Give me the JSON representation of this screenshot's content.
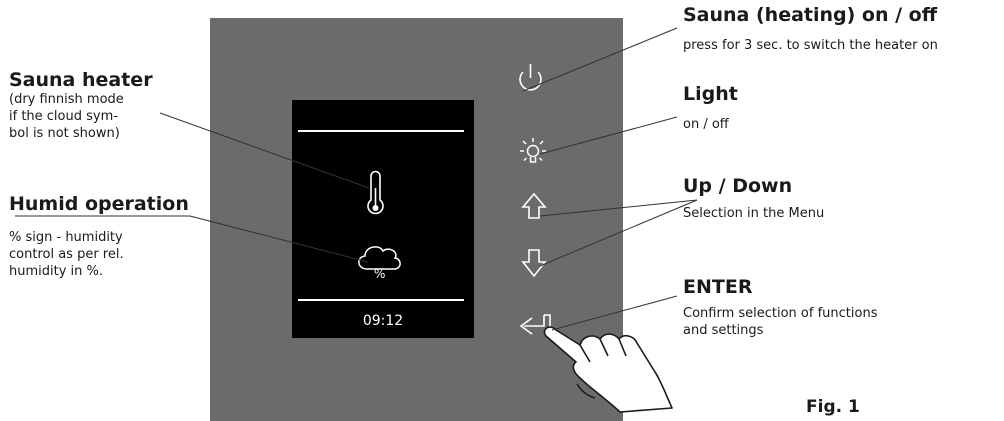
{
  "display": {
    "time": "09:12"
  },
  "left_labels": {
    "heater": {
      "title": "Sauna heater",
      "desc_lines": [
        "(dry finnish mode",
        "if the cloud sym-",
        "bol is not shown)"
      ]
    },
    "humid": {
      "title": "Humid operation",
      "desc_lines": [
        "% sign - humidity",
        "control as per rel.",
        "humidity in %."
      ]
    }
  },
  "right_labels": {
    "power": {
      "title": "Sauna (heating) on / off",
      "desc": "press for 3 sec. to switch the heater on"
    },
    "light": {
      "title": "Light",
      "desc": "on / off"
    },
    "updown": {
      "title": "Up / Down",
      "desc": "Selection in the Menu"
    },
    "enter": {
      "title": "ENTER",
      "desc_lines": [
        "Confirm selection of functions",
        "and settings"
      ]
    }
  },
  "figure_label": "Fig. 1",
  "icons": {
    "display": [
      "thermometer-icon",
      "cloud-percent-icon"
    ],
    "buttons": [
      "power-icon",
      "light-bulb-icon",
      "arrow-up-icon",
      "arrow-down-icon",
      "enter-icon"
    ],
    "other": [
      "hand-pointer-icon"
    ]
  },
  "colors": {
    "panel": "#6b6b6b",
    "screen": "#000000",
    "icon_on_panel": "#ffffff",
    "leader_line": "#333333"
  }
}
